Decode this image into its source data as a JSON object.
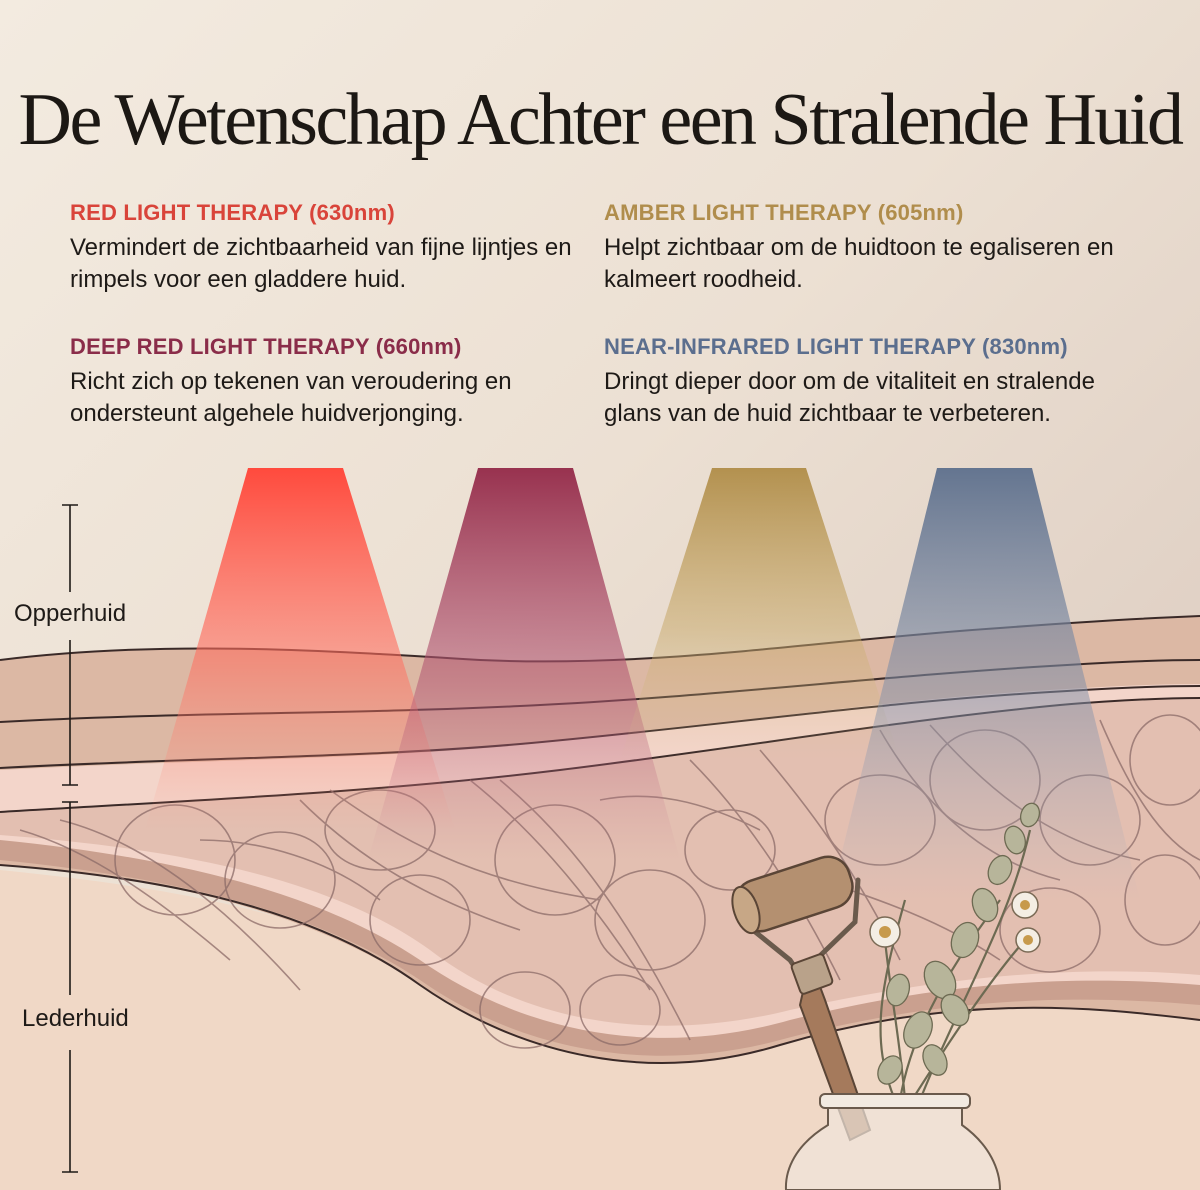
{
  "title": "De Wetenschap Achter een Stralende Huid",
  "therapies": [
    {
      "name": "RED LIGHT THERAPY (630nm)",
      "description": "Vermindert de zichtbaarheid van fijne lijntjes en rimpels voor een gladdere huid.",
      "color": "#d9443a"
    },
    {
      "name": "AMBER LIGHT THERAPY (605nm)",
      "description": "Helpt zichtbaar om de huidtoon te egaliseren en kalmeert roodheid.",
      "color": "#b08d4c"
    },
    {
      "name": "DEEP RED LIGHT THERAPY (660nm)",
      "description": "Richt zich op tekenen van veroudering en ondersteunt algehele huidverjonging.",
      "color": "#8a2c49"
    },
    {
      "name": "NEAR-INFRARED LIGHT THERAPY (830nm)",
      "description": "Dringt dieper door om de vitaliteit en stralende glans van de huid zichtbaar te verbeteren.",
      "color": "#5b6e8e"
    }
  ],
  "beams": [
    {
      "id": "red",
      "color": "#ff4a3d"
    },
    {
      "id": "deep-red",
      "color": "#98324f"
    },
    {
      "id": "amber",
      "color": "#b3914f"
    },
    {
      "id": "near-infrared",
      "color": "#647590"
    }
  ],
  "layers": {
    "epidermis": "Opperhuid",
    "dermis": "Lederhuid"
  }
}
